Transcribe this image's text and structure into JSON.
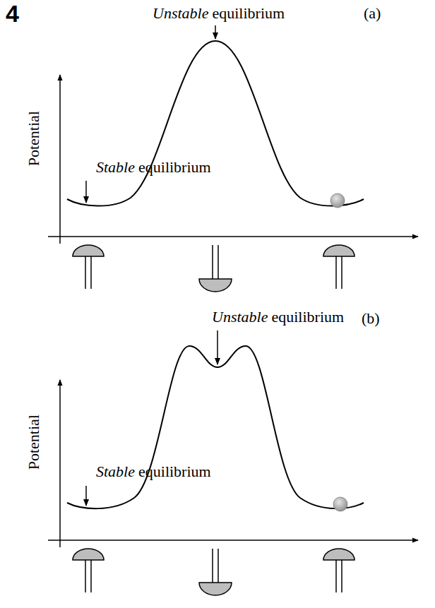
{
  "diagram": {
    "labels": [
      "4",
      "Unstable",
      "equilibrium",
      "(a)",
      "Potential",
      "Stable",
      "equilibrium",
      "Unstable",
      "equilibrium",
      "(b)",
      "Potential",
      "Stable",
      "equilibrium"
    ]
  }
}
